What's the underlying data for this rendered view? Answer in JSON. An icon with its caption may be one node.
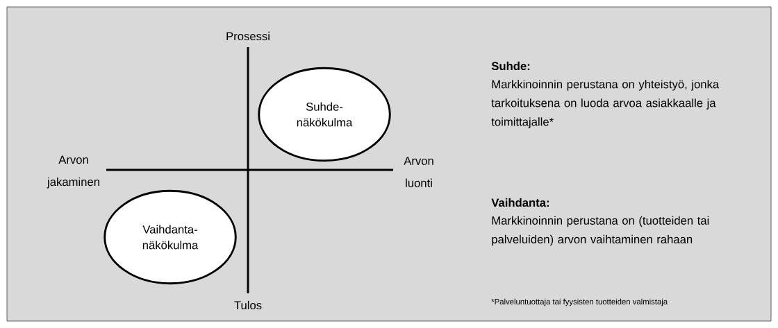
{
  "diagram": {
    "nodes": [
      {
        "text": [
          "Suhde- näkökulma"
        ]
      },
      {
        "text": [
          "Vaihdanta- näkökulma"
        ]
      }
    ],
    "labels": [
      "Prosessi",
      "Arvon jakaminen",
      "Arvon luonti",
      "Tulos",
      "Suhde:",
      "Markkinoinnin perustana on yhteistyö, jonka tarkoituksena on luoda arvoa asiakkaalle ja toimittajalle*",
      "Vaihdanta:",
      "Markkinoinnin perustana on (tuotteiden tai palveluiden) arvon vaihtaminen rahaan",
      "*Palveluntuottaja tai fyysisten tuotteiden valmistaja"
    ]
  }
}
